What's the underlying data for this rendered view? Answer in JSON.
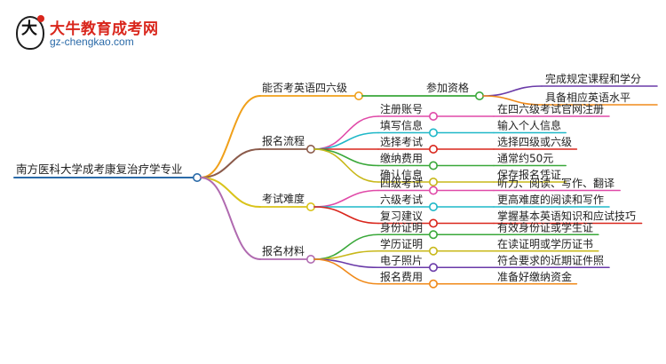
{
  "logo": {
    "title": "大牛教育成考网",
    "url": "gz-chengkao.com",
    "mark_glyph": "大"
  },
  "root": "南方医科大学成考康复治疗学专业",
  "colors": {
    "root": "#2a6aa8",
    "branch1": "#f0a01a",
    "branch2": "#8b5a4a",
    "branch3": "#d9c31a",
    "branch4": "#b06ab0",
    "sub_pink": "#e04aa8",
    "sub_cyan": "#1fb8c8",
    "sub_red": "#d9261c",
    "sub_green": "#3aa83a",
    "sub_olive": "#c8b81a",
    "sub_purple": "#6a3aa8",
    "sub_orange": "#f08a1a"
  },
  "branches": [
    {
      "label": "能否考英语四六级",
      "children": [
        {
          "label": "参加资格",
          "children": [
            "完成规定课程和学分",
            "具备相应英语水平"
          ]
        }
      ]
    },
    {
      "label": "报名流程",
      "children": [
        {
          "label": "注册账号",
          "leaf": "在四六级考试官网注册"
        },
        {
          "label": "填写信息",
          "leaf": "输入个人信息"
        },
        {
          "label": "选择考试",
          "leaf": "选择四级或六级"
        },
        {
          "label": "缴纳费用",
          "leaf": "通常约50元"
        },
        {
          "label": "确认信息",
          "leaf": "保存报名凭证"
        }
      ]
    },
    {
      "label": "考试难度",
      "children": [
        {
          "label": "四级考试",
          "leaf": "听力、阅读、写作、翻译"
        },
        {
          "label": "六级考试",
          "leaf": "更高难度的阅读和写作"
        },
        {
          "label": "复习建议",
          "leaf": "掌握基本英语知识和应试技巧"
        }
      ]
    },
    {
      "label": "报名材料",
      "children": [
        {
          "label": "身份证明",
          "leaf": "有效身份证或学生证"
        },
        {
          "label": "学历证明",
          "leaf": "在读证明或学历证书"
        },
        {
          "label": "电子照片",
          "leaf": "符合要求的近期证件照"
        },
        {
          "label": "报名费用",
          "leaf": "准备好缴纳资金"
        }
      ]
    }
  ]
}
